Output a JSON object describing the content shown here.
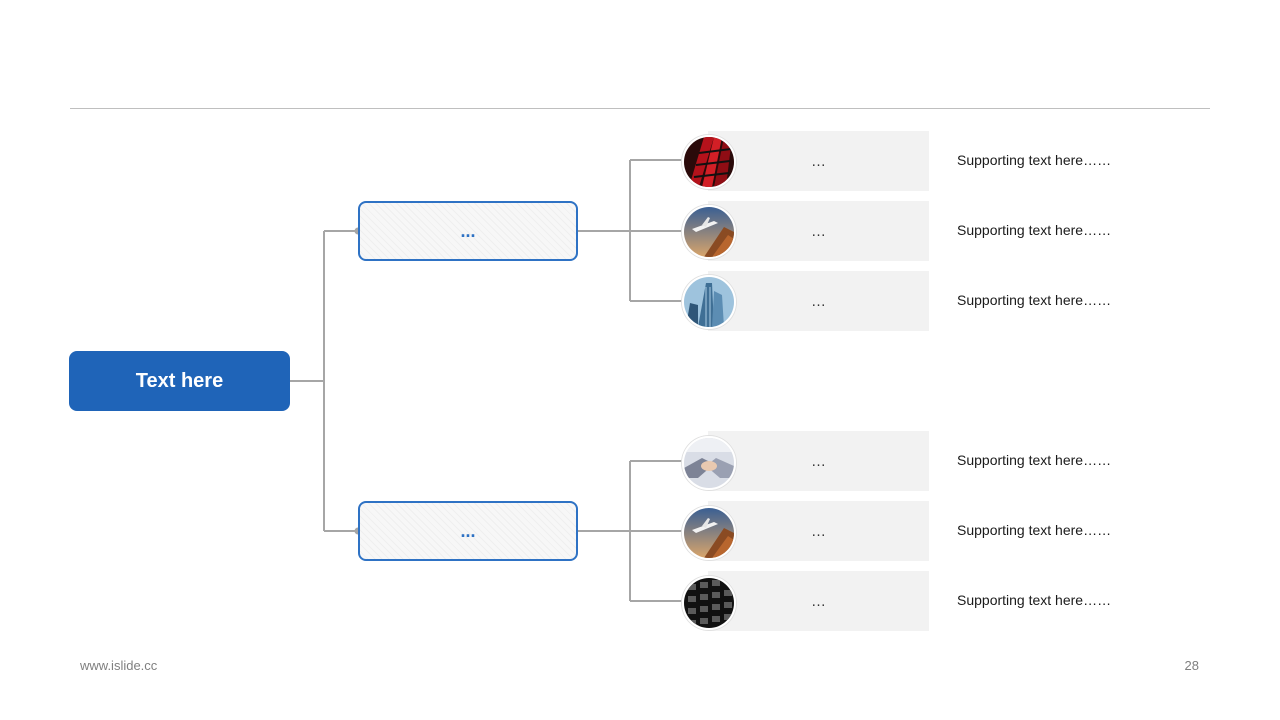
{
  "root": {
    "label": "Text here"
  },
  "branches": [
    {
      "label": "...",
      "leaves": [
        {
          "label": "…",
          "supporting": "Supporting  text here……",
          "icon": "red-building-photo-icon"
        },
        {
          "label": "…",
          "supporting": "Supporting  text here……",
          "icon": "airplane-building-photo-icon"
        },
        {
          "label": "…",
          "supporting": "Supporting  text here……",
          "icon": "glass-skyscraper-photo-icon"
        }
      ]
    },
    {
      "label": "...",
      "leaves": [
        {
          "label": "…",
          "supporting": "Supporting  text here……",
          "icon": "handshake-photo-icon"
        },
        {
          "label": "…",
          "supporting": "Supporting  text here……",
          "icon": "airplane-building-photo-icon"
        },
        {
          "label": "…",
          "supporting": "Supporting  text here……",
          "icon": "dark-facade-photo-icon"
        }
      ]
    }
  ],
  "footer": {
    "url": "www.islide.cc",
    "page": "28"
  },
  "colors": {
    "primary": "#1f64b8",
    "outline": "#2e72c4",
    "connector": "#a6a6a6",
    "leaf_bg": "#f2f2f2"
  }
}
